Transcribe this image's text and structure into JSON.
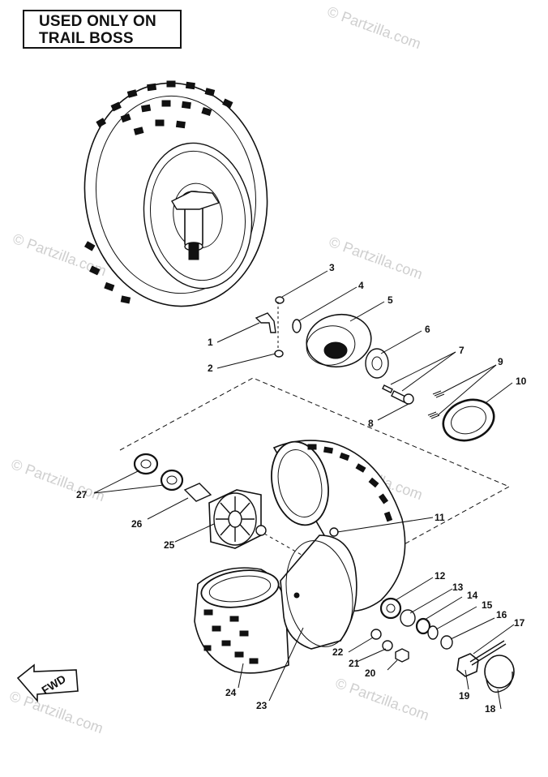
{
  "header": {
    "line1": "USED ONLY ON",
    "line2": "TRAIL BOSS"
  },
  "watermark": "© Partzilla.com",
  "fwd_label": "FWD",
  "callouts": [
    "1",
    "2",
    "3",
    "4",
    "5",
    "6",
    "7",
    "8",
    "9",
    "10",
    "11",
    "12",
    "13",
    "14",
    "15",
    "16",
    "17",
    "18",
    "19",
    "20",
    "21",
    "22",
    "23",
    "24",
    "25",
    "26",
    "27"
  ]
}
